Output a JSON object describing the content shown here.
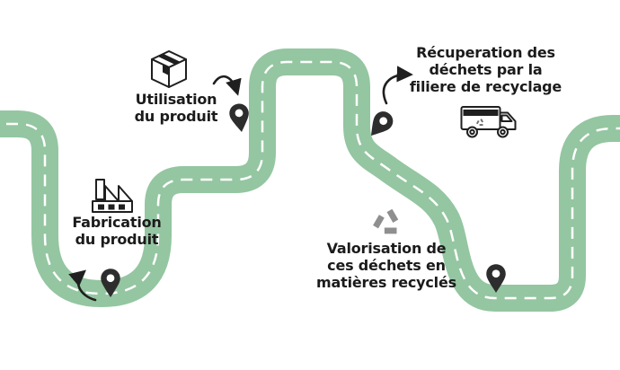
{
  "diagram": {
    "type": "lifecycle-roadmap",
    "background": "#ffffff",
    "road_color": "#94c6a1",
    "road_dash_color": "#ffffff",
    "ink_color": "#1f1f1f",
    "pin_color": "#2d2d2d",
    "recycle_gray": "#8f8f8f"
  },
  "stages": [
    {
      "id": "fabrication",
      "icon": "factory-icon",
      "lines": [
        "Fabrication",
        "du produit"
      ]
    },
    {
      "id": "utilisation",
      "icon": "package-box-icon",
      "lines": [
        "Utilisation",
        "du produit"
      ]
    },
    {
      "id": "recuperation",
      "icon": "recycling-truck-icon",
      "lines": [
        "Récuperation des",
        "déchets par la",
        "filiere de recyclage"
      ]
    },
    {
      "id": "valorisation",
      "icon": "recycle-symbol-icon",
      "lines": [
        "Valorisation de",
        "ces déchets en",
        "matières recyclés"
      ]
    }
  ]
}
